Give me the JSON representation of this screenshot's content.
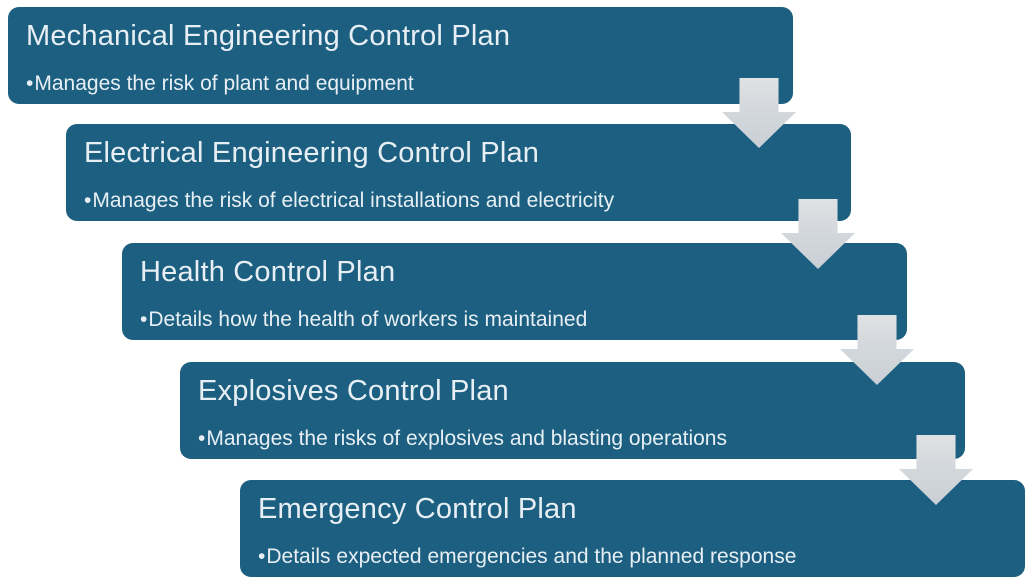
{
  "diagram": {
    "type": "step-down-process",
    "bullet_char": "•",
    "colors": {
      "background": "#FFFFFF",
      "box_fill": "#1C5F80",
      "text": "#E7EFF4",
      "arrow_fill": "#CDD2D8"
    },
    "steps": [
      {
        "title": "Mechanical Engineering Control Plan",
        "bullet": "Manages the risk of plant and equipment"
      },
      {
        "title": "Electrical Engineering Control Plan",
        "bullet": "Manages the risk of electrical installations and electricity"
      },
      {
        "title": "Health Control Plan",
        "bullet": "Details how the health of workers is maintained"
      },
      {
        "title": "Explosives Control Plan",
        "bullet": "Manages the risks of explosives and blasting operations"
      },
      {
        "title": "Emergency Control Plan",
        "bullet": "Details expected emergencies and the planned response"
      }
    ]
  }
}
